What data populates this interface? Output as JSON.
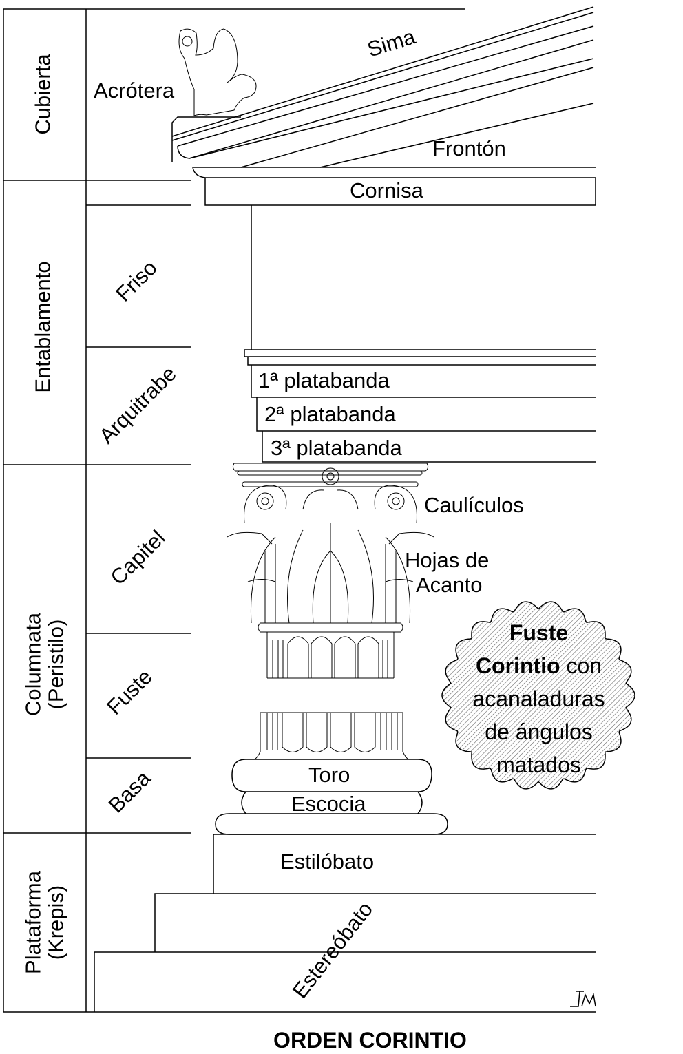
{
  "sections": {
    "cubierta": "Cubierta",
    "entablamento": "Entablamento",
    "columnata": "Columnata",
    "columnata_sub": "(Peristilo)",
    "plataforma": "Plataforma",
    "plataforma_sub": "(Krepis)"
  },
  "subsections": {
    "friso": "Friso",
    "arquitrabe": "Arquitrabe",
    "capitel": "Capitel",
    "fuste": "Fuste",
    "basa": "Basa"
  },
  "labels": {
    "acrotera": "Acrótera",
    "sima": "Sima",
    "fronton": "Frontón",
    "cornisa": "Cornisa",
    "platabanda1": "1ª platabanda",
    "platabanda2": "2ª platabanda",
    "platabanda3": "3ª platabanda",
    "caulículos": "Caulículos",
    "hojas1": "Hojas de",
    "hojas2": "Acanto",
    "toro": "Toro",
    "escocia": "Escocia",
    "estilobato": "Estilóbato",
    "estereobato": "Estereóbato"
  },
  "note": {
    "line1": "Fuste",
    "line2_bold": "Corintio",
    "line2_rest": " con",
    "line3": "acanaladuras",
    "line4": "de ángulos",
    "line5": "matados"
  },
  "signature": "JM",
  "title": "ORDEN CORINTIO"
}
